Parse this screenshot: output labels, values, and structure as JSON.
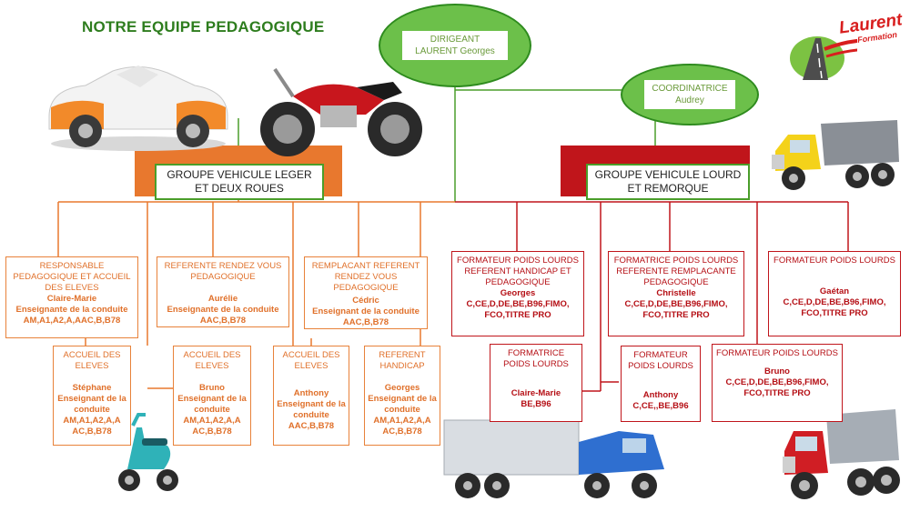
{
  "page_title": "NOTRE EQUIPE PEDAGOGIQUE",
  "logo": {
    "text": "Laurent",
    "subtext": "Formation"
  },
  "director": {
    "role": "DIRIGEANT",
    "name": "LAURENT Georges"
  },
  "coordinator": {
    "role": "COORDINATRICE",
    "name": "Audrey"
  },
  "groups": {
    "light": {
      "label": "GROUPE VEHICULE LEGER ET DEUX ROUES",
      "color": "#e8782e"
    },
    "heavy": {
      "label": "GROUPE VEHICULE LOURD ET REMORQUE",
      "color": "#c0151b"
    }
  },
  "colors": {
    "green": "#6cc04a",
    "orange": "#e8782e",
    "red": "#c0151b"
  },
  "light_boxes": [
    {
      "role": "RESPONSABLE PEDAGOGIQUE ET ACCUEIL DES ELEVES",
      "name": "Claire-Marie",
      "detail": "Enseignante de la conduite AM,A1,A2,A,AAC,B,B78"
    },
    {
      "role": "REFERENTE RENDEZ VOUS PEDAGOGIQUE",
      "name": "Aurélie",
      "detail": "Enseignante de la conduite AAC,B,B78"
    },
    {
      "role": "REMPLACANT REFERENT RENDEZ VOUS PEDAGOGIQUE",
      "name": "Cédric",
      "detail": "Enseignant de la conduite AAC,B,B78"
    },
    {
      "role": "ACCUEIL DES ELEVES",
      "name": "Stéphane",
      "detail": "Enseignant de la conduite AM,A1,A2,A,A AC,B,B78"
    },
    {
      "role": "ACCUEIL DES ELEVES",
      "name": "Bruno",
      "detail": "Enseignant de la conduite AM,A1,A2,A,A AC,B,B78"
    },
    {
      "role": "ACCUEIL DES ELEVES",
      "name": "Anthony",
      "detail": "Enseignant de la conduite AAC,B,B78"
    },
    {
      "role": "REFERENT HANDICAP",
      "name": "Georges",
      "detail": "Enseignant de la conduite AM,A1,A2,A,A AC,B,B78"
    }
  ],
  "heavy_boxes": [
    {
      "role": "FORMATEUR POIDS LOURDS REFERENT HANDICAP ET PEDAGOGIQUE",
      "name": "Georges",
      "detail": "C,CE,D,DE,BE,B96,FIMO, FCO,TITRE PRO"
    },
    {
      "role": "FORMATRICE POIDS LOURDS REFERENTE REMPLACANTE PEDAGOGIQUE",
      "name": "Christelle",
      "detail": "C,CE,D,DE,BE,B96,FIMO, FCO,TITRE PRO"
    },
    {
      "role": "FORMATEUR POIDS LOURDS",
      "name": "Gaétan",
      "detail": "C,CE,D,DE,BE,B96,FIMO, FCO,TITRE PRO"
    },
    {
      "role": "FORMATRICE POIDS LOURDS",
      "name": "Claire-Marie",
      "detail": "BE,B96"
    },
    {
      "role": "FORMATEUR POIDS LOURDS",
      "name": "Anthony",
      "detail": "C,CE,,BE,B96"
    },
    {
      "role": "FORMATEUR POIDS LOURDS",
      "name": "Bruno",
      "detail": "C,CE,D,DE,BE,B96,FIMO, FCO,TITRE PRO"
    }
  ],
  "illustrations": [
    "car-illustration",
    "motorcycle-illustration",
    "dump-truck-illustration",
    "scooter-illustration",
    "semi-truck-illustration",
    "red-dump-truck-illustration"
  ]
}
